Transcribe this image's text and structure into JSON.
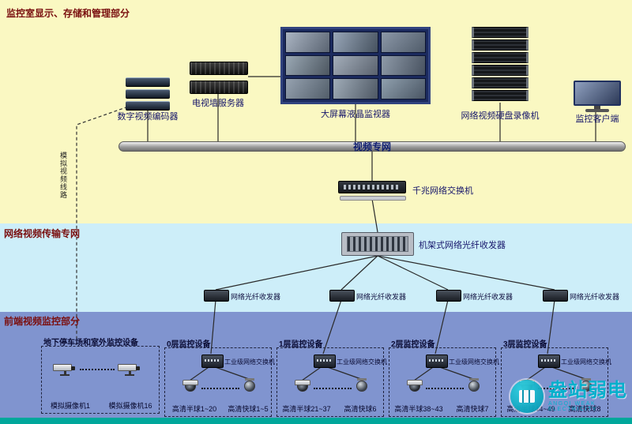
{
  "sections": {
    "control_room": "监控室显示、存储和管理部分",
    "transmission": "网络视频传输专网",
    "frontend": "前端视频监控部分"
  },
  "devices": {
    "encoder_label": "数字视频编码器",
    "tv_wall_server_label": "电视墙服务器",
    "monitor_wall_label": "大屏幕液晶监视器",
    "nvr_label": "网络视频硬盘录像机",
    "client_label": "监控客户端",
    "video_bus_label": "视频专网",
    "gigabit_switch_label": "千兆网络交换机",
    "rack_transceiver_label": "机架式网络光纤收发器",
    "fiber_transceiver_label": "网络光纤收发器",
    "analog_line_label": "模拟视频线路"
  },
  "groups": [
    {
      "title": "地下停车场和室外监控设备",
      "left_camera": "模拟摄像机1",
      "right_camera": "模拟摄像机16"
    },
    {
      "title": "0层监控设备",
      "switch_label": "工业级网络交换机",
      "left_camera": "高清半球1~20",
      "right_camera": "高清快球1~5"
    },
    {
      "title": "1层监控设备",
      "switch_label": "工业级网络交换机",
      "left_camera": "高清半球21~37",
      "right_camera": "高清快球6"
    },
    {
      "title": "2层监控设备",
      "switch_label": "工业级网络交换机",
      "left_camera": "高清半球38~43",
      "right_camera": "高清快球7"
    },
    {
      "title": "3层监控设备",
      "switch_label": "工业级网络交换机",
      "left_camera": "高清半球44~49",
      "right_camera": "高清快球8"
    }
  ],
  "watermark": {
    "cn": "盎站弱电",
    "en": "ANGQI WEAK ELECTRICITY"
  },
  "colors": {
    "band_top": "#faf8c2",
    "band_mid": "#cdeef9",
    "band_bottom": "#8094cf",
    "band_strip": "#00a79b",
    "section_text": "#7a1010",
    "watermark": "#00b2cc"
  }
}
